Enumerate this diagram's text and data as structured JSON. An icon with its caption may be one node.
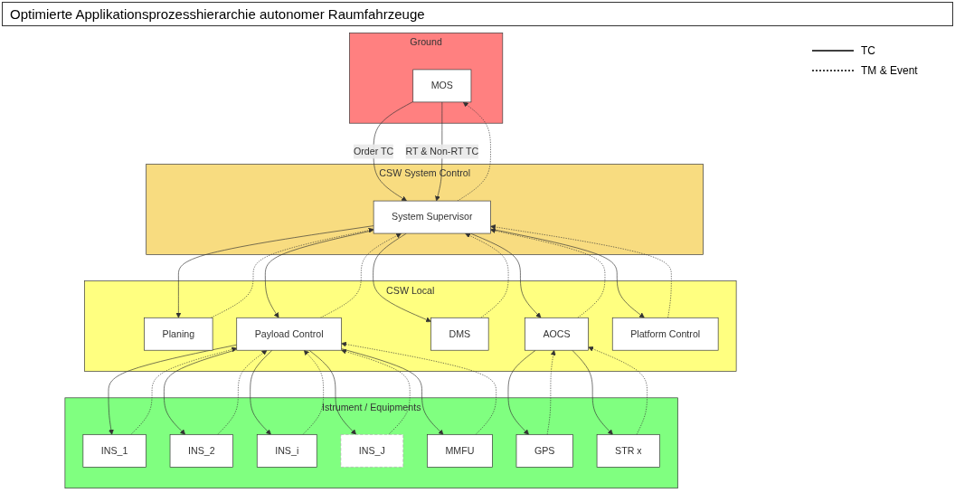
{
  "diagram": {
    "title": "Optimierte Applikationsprozesshierarchie autonomer Raumfahrzeuge",
    "nodes": [
      {
        "text": [
          "Ground"
        ]
      },
      {
        "text": [
          "MOS"
        ],
        "in": 0
      },
      {
        "text": [
          "CSW System Control"
        ]
      },
      {
        "text": [
          "System Supervisor"
        ],
        "in": 2
      },
      {
        "text": [
          "CSW Local"
        ]
      },
      {
        "text": [
          "Planing"
        ],
        "in": 4
      },
      {
        "text": [
          "Payload Control"
        ],
        "in": 4
      },
      {
        "text": [
          "DMS"
        ],
        "in": 4
      },
      {
        "text": [
          "AOCS"
        ],
        "in": 4
      },
      {
        "text": [
          "Platform Control"
        ],
        "in": 4
      },
      {
        "text": [
          "Istrument / Equipments"
        ]
      },
      {
        "text": [
          "INS_1"
        ],
        "in": 10
      },
      {
        "text": [
          "INS_2"
        ],
        "in": 10
      },
      {
        "text": [
          "INS_i"
        ],
        "in": 10
      },
      {
        "text": [
          "INS_J"
        ],
        "in": 10
      },
      {
        "text": [
          "MMFU"
        ],
        "in": 10
      },
      {
        "text": [
          "GPS"
        ],
        "in": 10
      },
      {
        "text": [
          "STR x"
        ],
        "in": 10
      }
    ],
    "edges": [
      {
        "from": 1,
        "to": 3,
        "arrow": "to",
        "label": "Order TC"
      },
      {
        "from": 1,
        "to": 3,
        "arrow": "to",
        "label": "RT & Non-RT TC"
      },
      {
        "from": 3,
        "to": 1,
        "arrow": "to",
        "style": "dashed"
      },
      {
        "from": 3,
        "to": 5,
        "arrow": "to"
      },
      {
        "from": 3,
        "to": 6,
        "arrow": "to"
      },
      {
        "from": 3,
        "to": 7,
        "arrow": "to"
      },
      {
        "from": 3,
        "to": 8,
        "arrow": "to"
      },
      {
        "from": 3,
        "to": 9,
        "arrow": "to"
      },
      {
        "from": 5,
        "to": 3,
        "arrow": "to",
        "style": "dashed"
      },
      {
        "from": 6,
        "to": 3,
        "arrow": "to",
        "style": "dashed"
      },
      {
        "from": 7,
        "to": 3,
        "arrow": "to",
        "style": "dashed"
      },
      {
        "from": 8,
        "to": 3,
        "arrow": "to",
        "style": "dashed"
      },
      {
        "from": 9,
        "to": 3,
        "arrow": "to",
        "style": "dashed"
      },
      {
        "from": 6,
        "to": 11,
        "arrow": "to"
      },
      {
        "from": 6,
        "to": 12,
        "arrow": "to"
      },
      {
        "from": 6,
        "to": 13,
        "arrow": "to"
      },
      {
        "from": 6,
        "to": 14,
        "arrow": "to"
      },
      {
        "from": 6,
        "to": 15,
        "arrow": "to"
      },
      {
        "from": 11,
        "to": 6,
        "arrow": "to",
        "style": "dashed"
      },
      {
        "from": 12,
        "to": 6,
        "arrow": "to",
        "style": "dashed"
      },
      {
        "from": 13,
        "to": 6,
        "arrow": "to",
        "style": "dashed"
      },
      {
        "from": 14,
        "to": 6,
        "arrow": "to",
        "style": "dashed"
      },
      {
        "from": 15,
        "to": 6,
        "arrow": "to",
        "style": "dashed"
      },
      {
        "from": 8,
        "to": 16,
        "arrow": "to"
      },
      {
        "from": 8,
        "to": 17,
        "arrow": "to"
      },
      {
        "from": 16,
        "to": 8,
        "arrow": "to",
        "style": "dashed"
      },
      {
        "from": 17,
        "to": 8,
        "arrow": "to",
        "style": "dashed"
      }
    ],
    "legend": [
      {
        "text": "TC"
      },
      {
        "text": "TM & Event"
      }
    ]
  }
}
